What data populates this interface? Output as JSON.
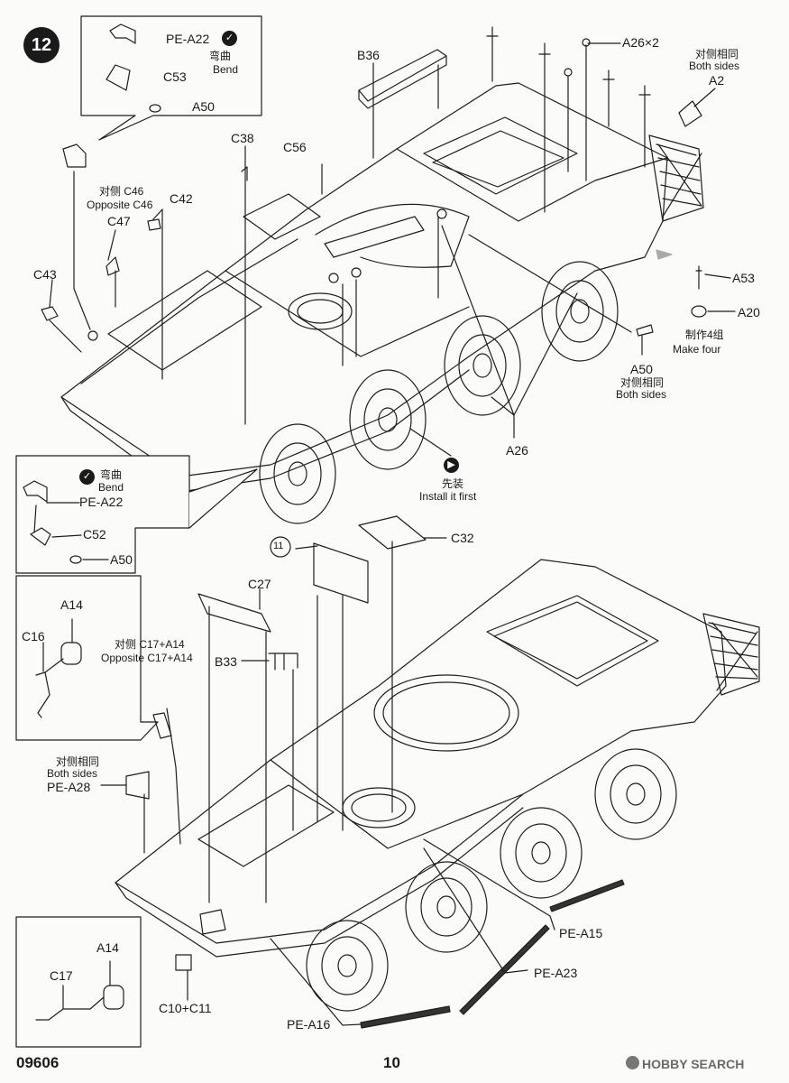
{
  "step_number": "12",
  "footer": {
    "code": "09606",
    "page": "10",
    "watermark": "HOBBY SEARCH"
  },
  "callouts": {
    "top_left": {
      "pe": "PE-A22",
      "bend_cn": "弯曲",
      "bend_en": "Bend",
      "part2": "C53",
      "part3": "A50"
    },
    "mid_left": {
      "pe": "PE-A22",
      "bend_cn": "弯曲",
      "bend_en": "Bend",
      "part2": "C52",
      "part3": "A50"
    },
    "left_a14": {
      "a": "A14",
      "c": "C16"
    },
    "bottom_left": {
      "a": "A14",
      "c": "C17"
    }
  },
  "top_labels": {
    "b36": "B36",
    "a26x2": "A26×2",
    "both_cn": "对侧相同",
    "both_en": "Both sides",
    "a2": "A2",
    "c38": "C38",
    "c56": "C56",
    "opp_cn": "对侧 C46",
    "opp_en": "Opposite C46",
    "c42": "C42",
    "c47": "C47",
    "c43": "C43",
    "a53": "A53",
    "a20": "A20",
    "make_cn": "制作4组",
    "make_en": "Make four",
    "a50": "A50",
    "a50_cn": "对侧相同",
    "a50_en": "Both sides",
    "a26": "A26",
    "install_cn": "先装",
    "install_en": "Install it first"
  },
  "bottom_labels": {
    "c32": "C32",
    "ref11": "11",
    "c27": "C27",
    "b33": "B33",
    "opp17_cn": "对侧 C17+A14",
    "opp17_en": "Opposite C17+A14",
    "both_cn": "对侧相同",
    "both_en": "Both sides",
    "pe_a28": "PE-A28",
    "pe_a15": "PE-A15",
    "pe_a23": "PE-A23",
    "pe_a16": "PE-A16",
    "c10c11": "C10+C11"
  }
}
